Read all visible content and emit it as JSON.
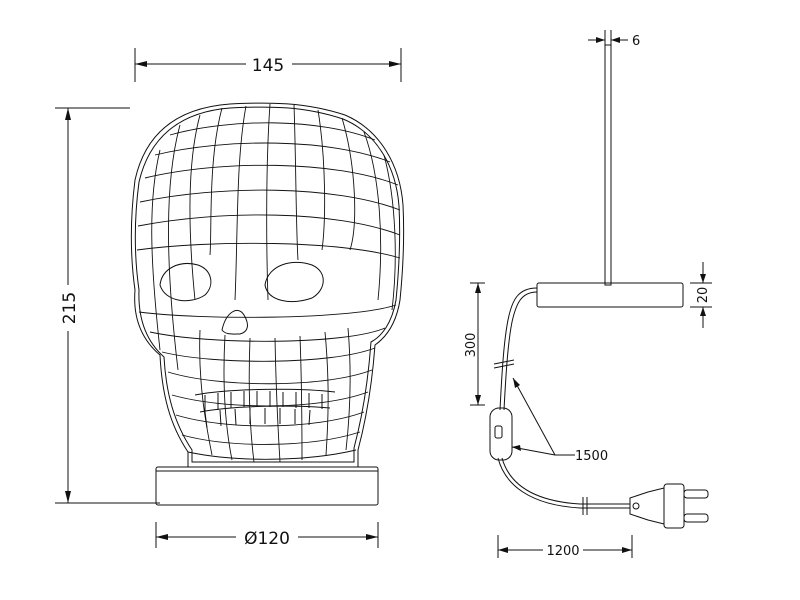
{
  "drawing": {
    "front_view": {
      "width_label": "145",
      "height_label": "215",
      "base_diameter_label": "Ø120"
    },
    "side_view": {
      "rod_width_label": "6",
      "base_height_label": "20",
      "shade_height_label": "300",
      "cable_length_label": "1500",
      "plug_cable_label": "1200"
    }
  }
}
